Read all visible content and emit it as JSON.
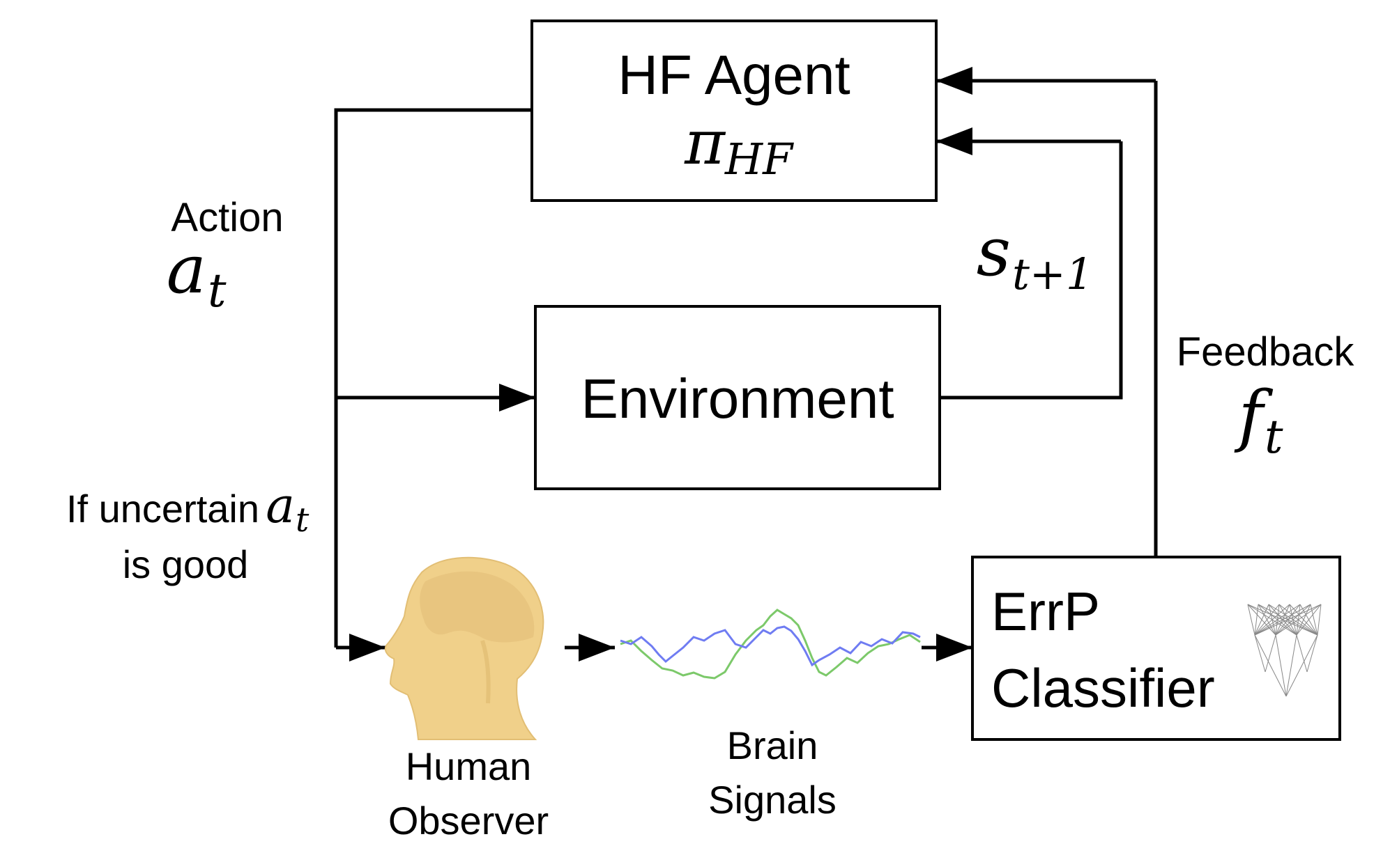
{
  "hf_agent": {
    "label": "HF Agent",
    "symbol": "π",
    "subscript": "HF"
  },
  "environment": {
    "label": "Environment"
  },
  "errp_classifier": {
    "line1": "ErrP",
    "line2": "Classifier"
  },
  "action": {
    "label": "Action",
    "symbol": "a",
    "subscript": "t"
  },
  "next_state": {
    "symbol": "s",
    "subscript": "t+1"
  },
  "feedback": {
    "label": "Feedback",
    "symbol": "f",
    "subscript": "t"
  },
  "query": {
    "prefix": "If uncertain",
    "symbol": "a",
    "subscript": "t",
    "line2": "is good"
  },
  "human_observer": {
    "line1": "Human",
    "line2": "Observer"
  },
  "brain_signals": {
    "line1": "Brain",
    "line2": "Signals"
  },
  "colors": {
    "line": "#000000",
    "head": "#f0d08a",
    "signal_blue": "#6f7cf2",
    "signal_green": "#7cc96a"
  }
}
